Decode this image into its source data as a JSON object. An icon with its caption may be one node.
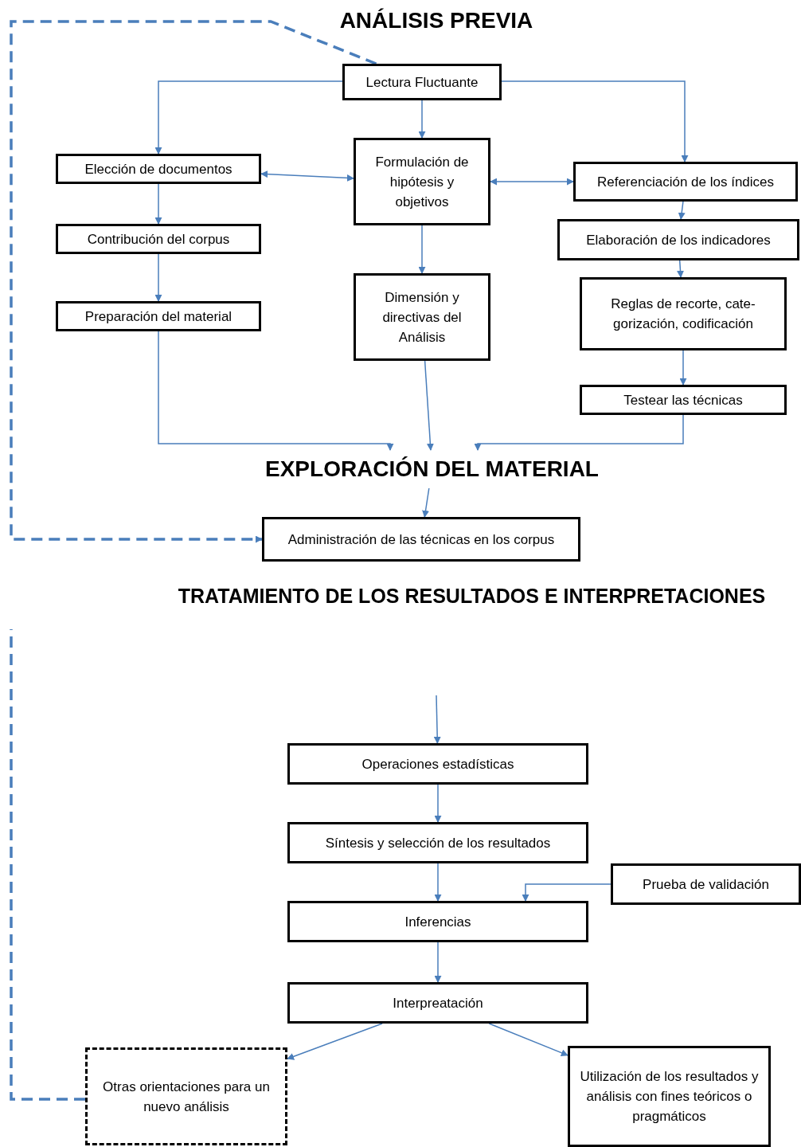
{
  "diagram": {
    "title": "ANÁLISIS PREVIA",
    "nodes": [
      {
        "text": [
          "Lectura Fluctuante"
        ]
      },
      {
        "text": [
          "Elección de documentos"
        ]
      },
      {
        "text": [
          "Formulación de hipótesis y objetivos"
        ]
      },
      {
        "text": [
          "Referenciación de los índices"
        ]
      },
      {
        "text": [
          "Contribución del corpus"
        ]
      },
      {
        "text": [
          "Elaboración de los indicadores"
        ]
      },
      {
        "text": [
          "Preparación del material"
        ]
      },
      {
        "text": [
          "Dimensión y directivas del Análisis"
        ]
      },
      {
        "text": [
          "Reglas de recorte, cate-gorización, codificación"
        ]
      },
      {
        "text": [
          "Testear las técnicas"
        ]
      },
      {
        "text": [
          "EXPLORACIÓN DEL MATERIAL"
        ]
      },
      {
        "text": [
          "Administración de las técnicas en los corpus"
        ]
      },
      {
        "text": [
          "Operaciones estadísticas"
        ]
      },
      {
        "text": [
          "Síntesis y selección de los resultados"
        ]
      },
      {
        "text": [
          "Prueba de validación"
        ]
      },
      {
        "text": [
          "Inferencias"
        ]
      },
      {
        "text": [
          "Interpreatación"
        ]
      },
      {
        "text": [
          "Otras orientaciones para un nuevo análisis"
        ]
      },
      {
        "text": [
          "Utilización de los resultados y análisis con fines teóricos o pragmáticos"
        ]
      }
    ],
    "edges": [
      {
        "from": 0,
        "to": 1,
        "arrow": "to"
      },
      {
        "from": 0,
        "to": 2,
        "arrow": "to"
      },
      {
        "from": 0,
        "to": 3,
        "arrow": "to"
      },
      {
        "from": 1,
        "to": 2,
        "arrow": "both"
      },
      {
        "from": 2,
        "to": 3,
        "arrow": "both"
      },
      {
        "from": 1,
        "to": 4,
        "arrow": "to"
      },
      {
        "from": 4,
        "to": 6,
        "arrow": "to"
      },
      {
        "from": 3,
        "to": 5,
        "arrow": "to"
      },
      {
        "from": 5,
        "to": 8,
        "arrow": "to"
      },
      {
        "from": 8,
        "to": 9,
        "arrow": "to"
      },
      {
        "from": 2,
        "to": 7,
        "arrow": "to"
      },
      {
        "from": 6,
        "to": 10,
        "arrow": "to"
      },
      {
        "from": 7,
        "to": 10,
        "arrow": "to"
      },
      {
        "from": 9,
        "to": 10,
        "arrow": "to"
      },
      {
        "from": 10,
        "to": 11,
        "arrow": "to"
      },
      {
        "from": 0,
        "to": 11,
        "arrow": "to",
        "style": "dashed"
      },
      {
        "from": null,
        "to": 12,
        "arrow": "to"
      },
      {
        "from": 12,
        "to": 13,
        "arrow": "to"
      },
      {
        "from": 14,
        "to": 15,
        "arrow": "to"
      },
      {
        "from": 13,
        "to": 15,
        "arrow": "to"
      },
      {
        "from": 15,
        "to": 16,
        "arrow": "to"
      },
      {
        "from": 16,
        "to": 17,
        "arrow": "to"
      },
      {
        "from": 16,
        "to": 18,
        "arrow": "to"
      },
      {
        "from": 17,
        "to": null,
        "arrow": "none",
        "style": "dashed"
      }
    ],
    "labels": [
      "TRATAMIENTO DE LOS RESULTADOS E INTERPRETACIONES"
    ]
  }
}
